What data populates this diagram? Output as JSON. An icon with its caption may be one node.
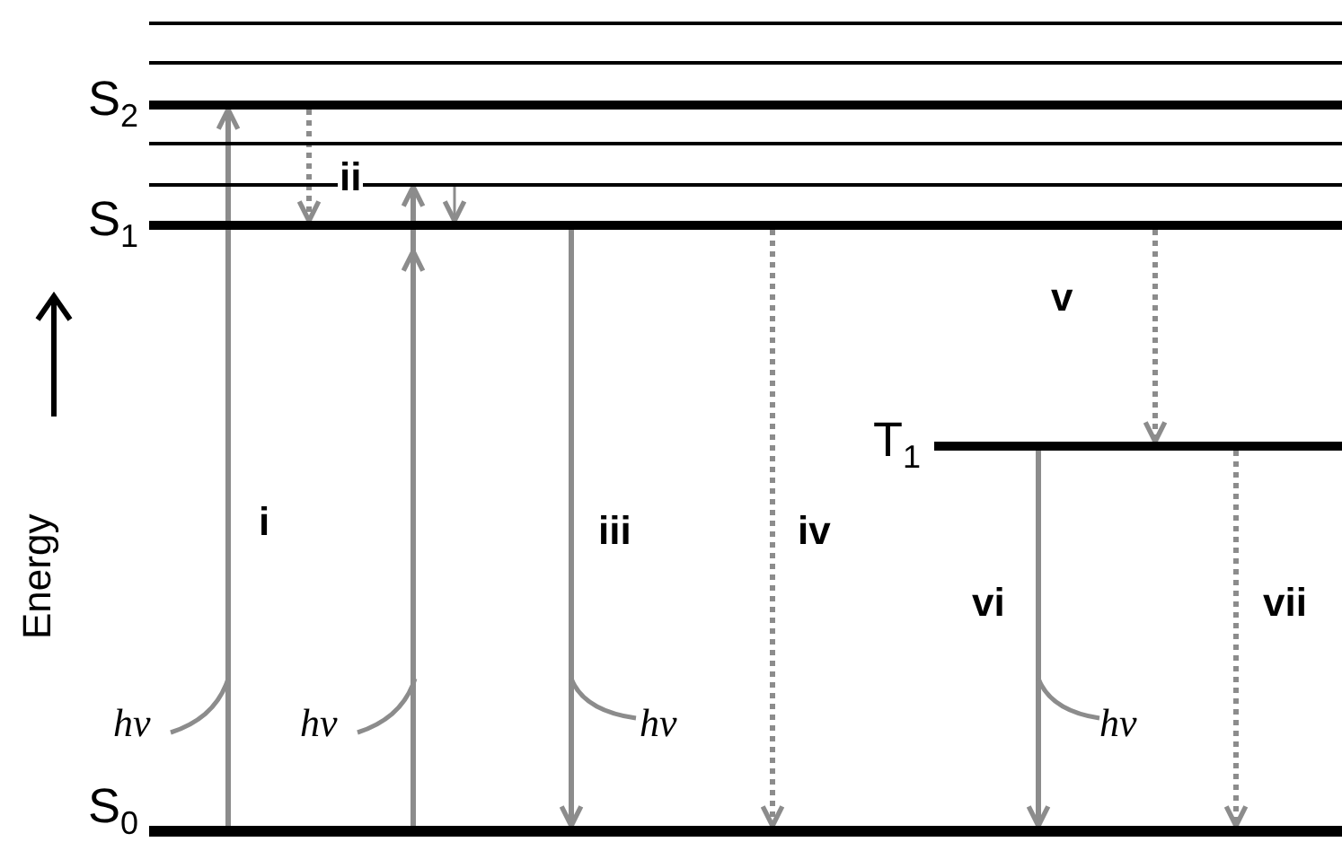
{
  "diagram": {
    "nodes": [
      {
        "text": [],
        "shape": "bar"
      },
      {
        "text": [],
        "shape": "bar"
      },
      {
        "text": [
          "S$_{2}$"
        ]
      },
      {
        "text": [],
        "shape": "bar"
      },
      {
        "text": [],
        "shape": "bar"
      },
      {
        "text": [
          "S$_{1}$"
        ]
      },
      {
        "text": [
          "T$_{1}$"
        ]
      },
      {
        "text": [
          "S$_{0}$"
        ]
      }
    ],
    "edges": [
      {
        "from": 7,
        "to": 2,
        "arrow": "to",
        "label": "i"
      },
      {
        "from": 2,
        "to": 5,
        "arrow": "to",
        "label": "ii",
        "style": "dashed"
      },
      {
        "from": 7,
        "to": 4,
        "arrow": "to"
      },
      {
        "from": 4,
        "to": 5,
        "arrow": "to"
      },
      {
        "from": 5,
        "to": 7,
        "arrow": "to",
        "label": "iii"
      },
      {
        "from": 5,
        "to": 7,
        "arrow": "to",
        "label": "iv",
        "style": "dashed"
      },
      {
        "from": 5,
        "to": 6,
        "arrow": "to",
        "label": "v",
        "style": "dashed"
      },
      {
        "from": 6,
        "to": 7,
        "arrow": "to",
        "label": "vi"
      },
      {
        "from": 6,
        "to": 7,
        "arrow": "to",
        "label": "vii",
        "style": "dashed"
      }
    ],
    "labels": [
      "Energy",
      "hv",
      "hv",
      "hv",
      "hv"
    ]
  }
}
